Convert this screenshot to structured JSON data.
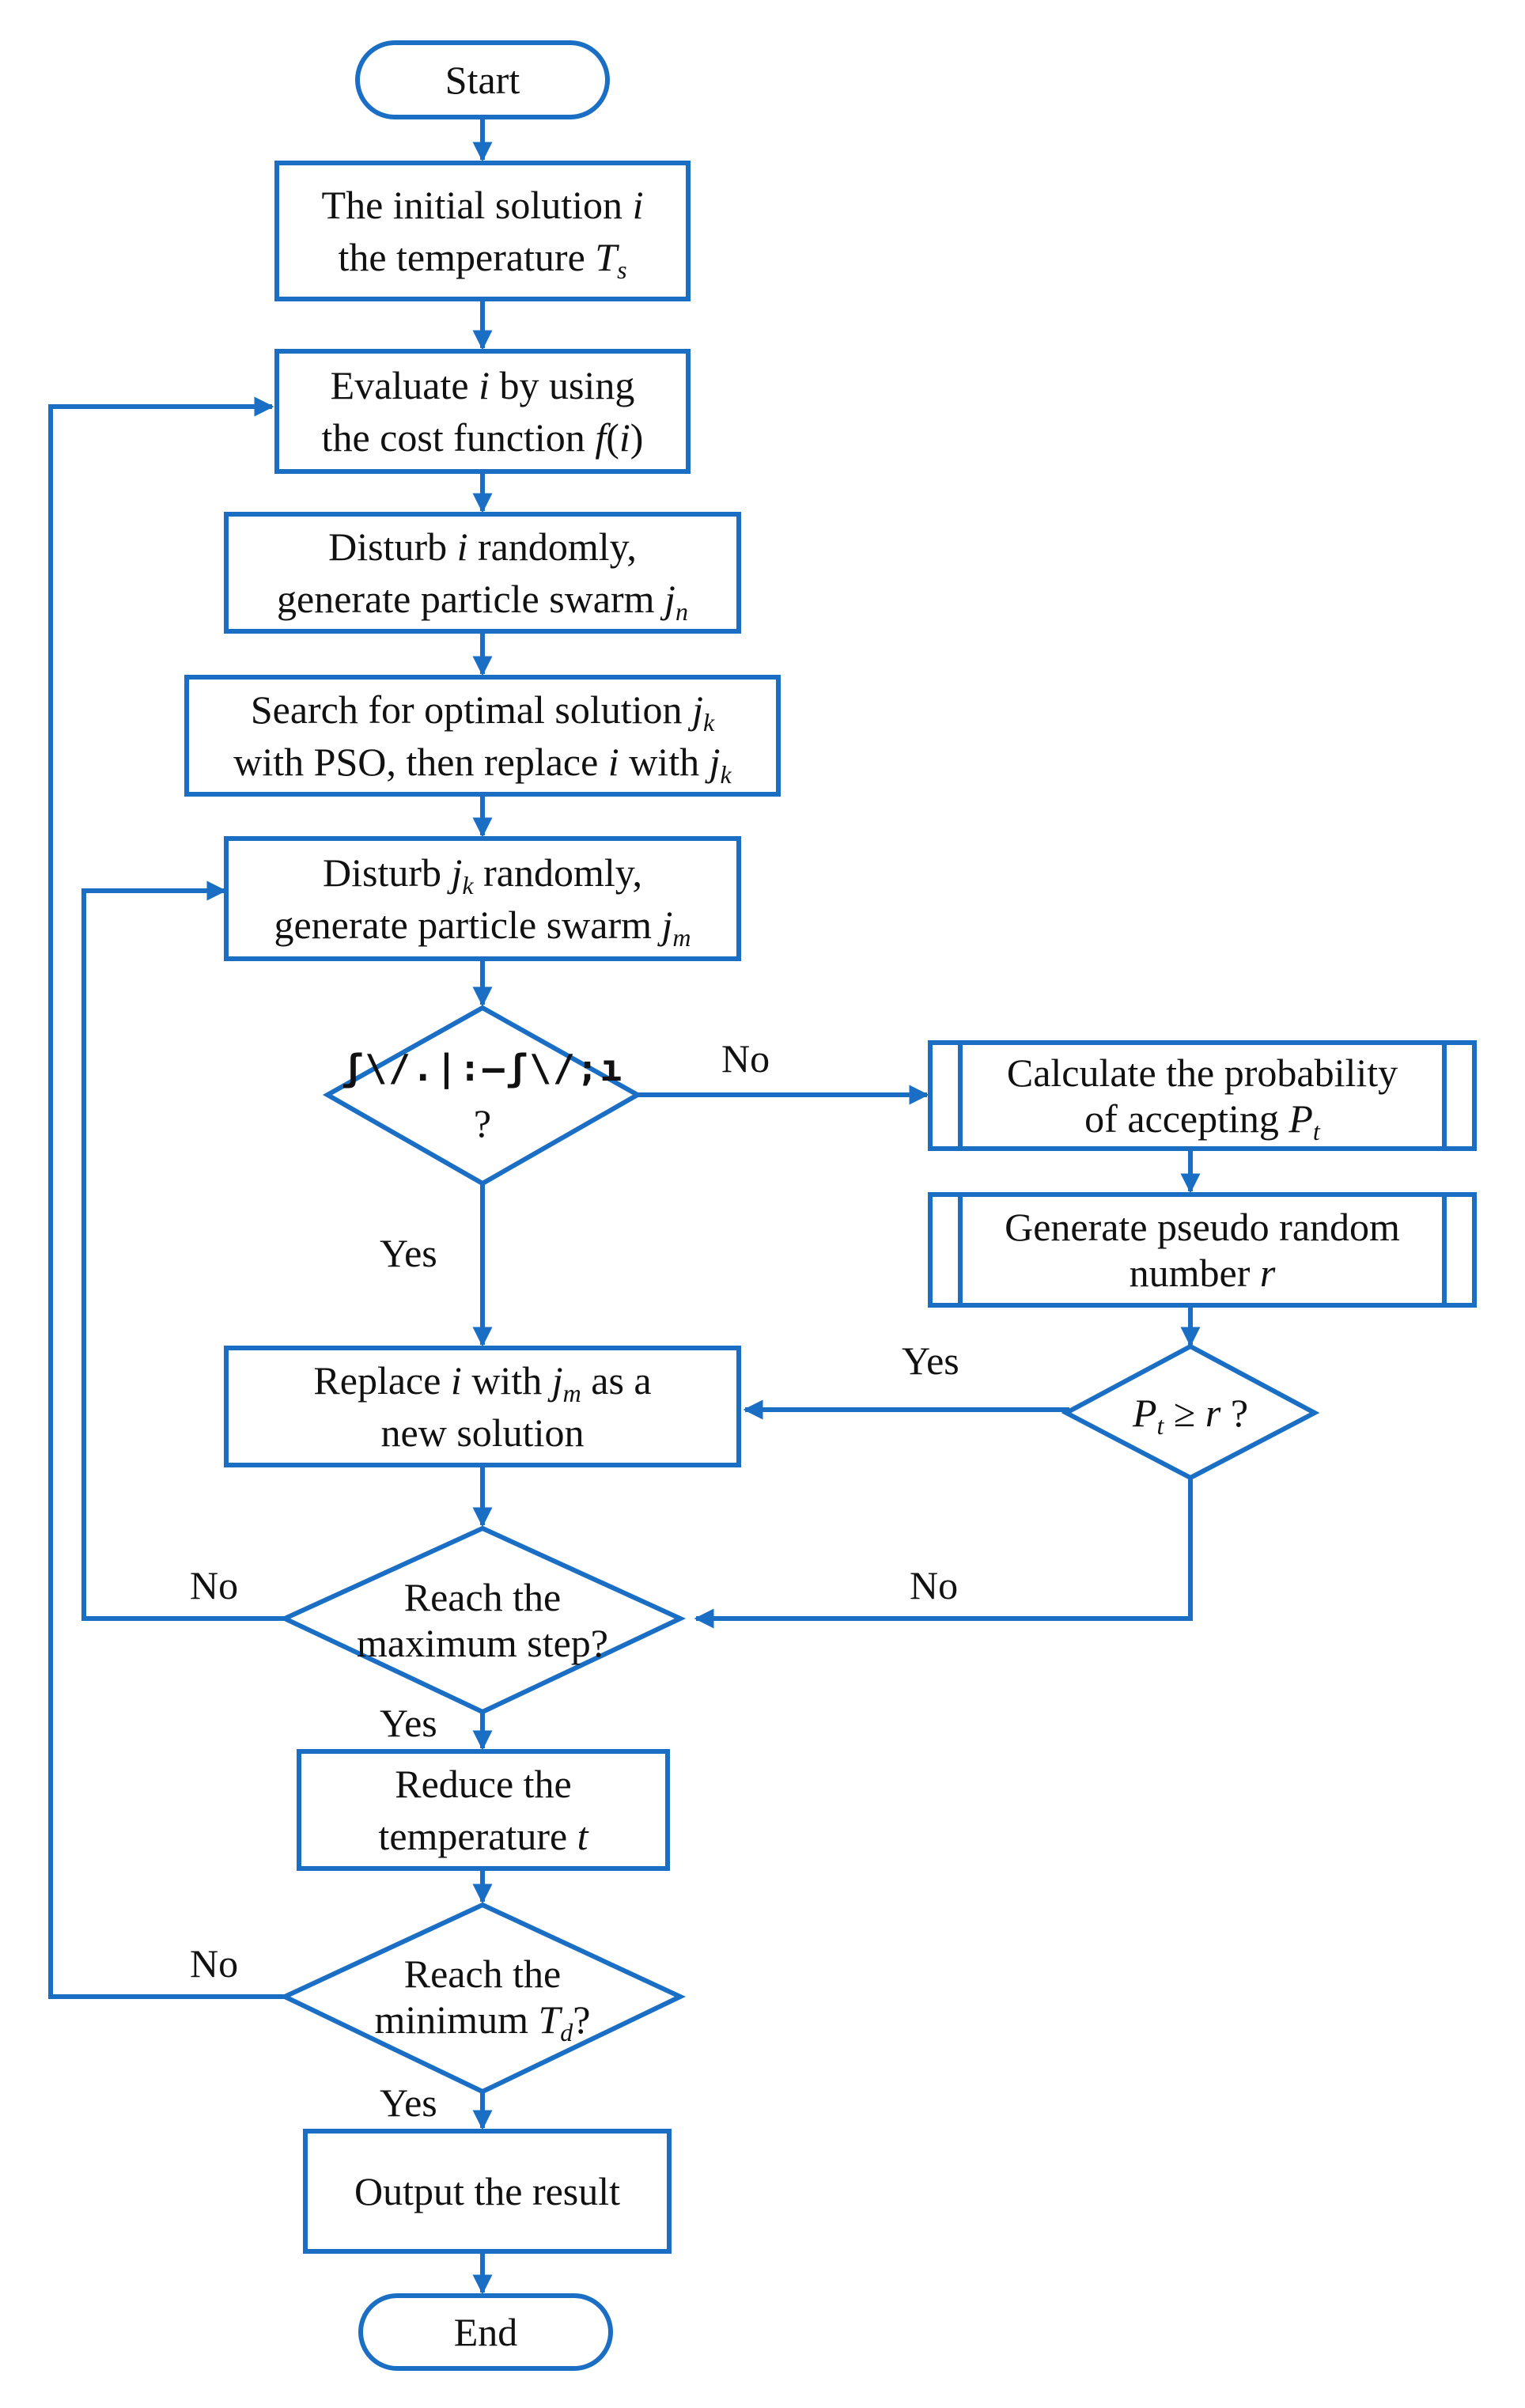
{
  "colors": {
    "stroke": "#1a6fc4",
    "text": "#111111",
    "background": "#ffffff"
  },
  "nodes": {
    "start": {
      "text": "Start"
    },
    "init": {
      "line1": "The initial solution",
      "line1_var": "i",
      "line2": "the temperature",
      "line2_var": "T",
      "line2_sub": "s"
    },
    "evaluate": {
      "line1_a": "Evaluate",
      "line1_var": "i",
      "line1_b": "by using",
      "line2_a": "the cost function",
      "line2_func": "f",
      "line2_var": "i"
    },
    "disturb_i": {
      "line1_a": "Disturb",
      "line1_var": "i",
      "line1_b": "randomly,",
      "line2_a": "generate particle swarm",
      "line2_var": "j",
      "line2_sub": "n"
    },
    "search": {
      "line1_a": "Search for optimal solution",
      "line1_var": "j",
      "line1_sub": "k",
      "line2_a": "with PSO, then replace",
      "line2_var1": "i",
      "line2_b": "with",
      "line2_var2": "j",
      "line2_sub": "k"
    },
    "disturb_jk": {
      "line1_a": "Disturb",
      "line1_var": "j",
      "line1_sub": "k",
      "line1_b": "randomly,",
      "line2_a": "generate particle swarm",
      "line2_var": "j",
      "line2_sub": "m"
    },
    "condition": {
      "line1": "ʃ\\/.|:–ʃ\\/;ı",
      "line2": "?"
    },
    "calc_prob": {
      "line1": "Calculate the probability",
      "line2_a": "of accepting",
      "line2_var": "P",
      "line2_sub": "t"
    },
    "pseudo": {
      "line1": "Generate pseudo random",
      "line2_a": "number",
      "line2_var": "r"
    },
    "accept": {
      "var_p": "P",
      "var_p_sub": "t",
      "op": "≥",
      "var_r": "r",
      "q": "?"
    },
    "replace": {
      "line1_a": "Replace",
      "line1_var1": "i",
      "line1_b": "with",
      "line1_var2": "j",
      "line1_sub": "m",
      "line1_c": "as a",
      "line2": "new solution"
    },
    "max_step": {
      "line1": "Reach the",
      "line2": "maximum step?"
    },
    "reduce": {
      "line1": "Reduce the",
      "line2_a": "temperature",
      "line2_var": "t"
    },
    "min_temp": {
      "line1": "Reach the",
      "line2_a": "minimum",
      "line2_var": "T",
      "line2_sub": "d",
      "line2_b": "?"
    },
    "output": {
      "text": "Output the result"
    },
    "end": {
      "text": "End"
    }
  },
  "edge_labels": {
    "condition_no": "No",
    "condition_yes": "Yes",
    "accept_yes": "Yes",
    "accept_no": "No",
    "max_step_no": "No",
    "max_step_yes": "Yes",
    "min_temp_no": "No",
    "min_temp_yes": "Yes"
  }
}
